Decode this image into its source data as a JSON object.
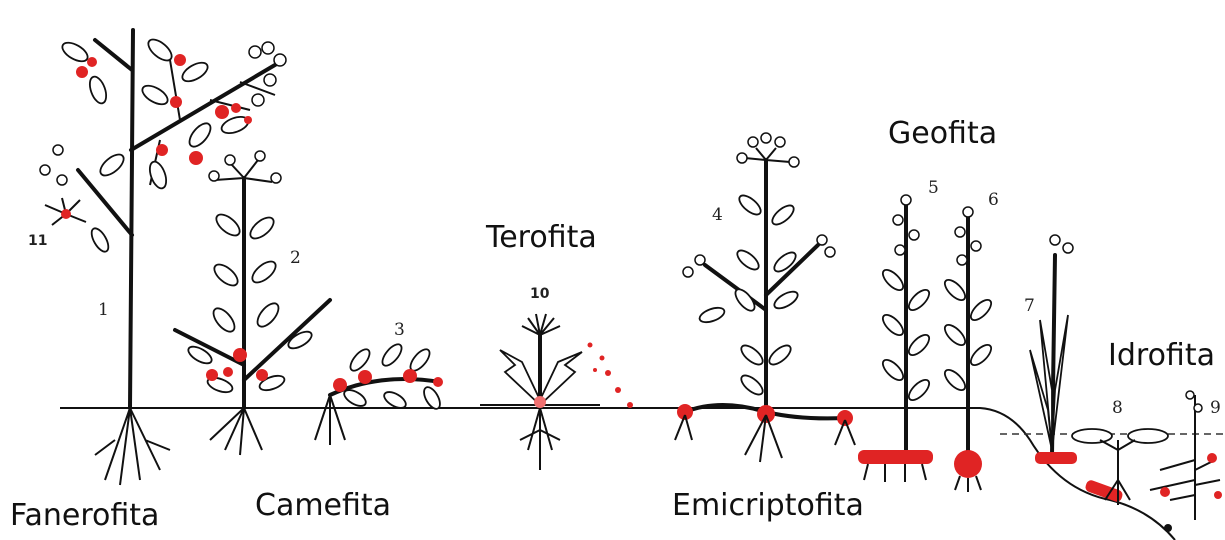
{
  "labels": {
    "fanerofita": "Fanerofita",
    "camefita": "Camefita",
    "terofita": "Terofita",
    "emicriptofita": "Emicriptofita",
    "geofita": "Geofita",
    "idrofita": "Idrofita"
  },
  "numbers": [
    "1",
    "2",
    "3",
    "4",
    "5",
    "6",
    "7",
    "8",
    "9",
    "10",
    "11"
  ],
  "colors": {
    "ink": "#111111",
    "bud_red": "#e02424",
    "background": "#ffffff"
  }
}
